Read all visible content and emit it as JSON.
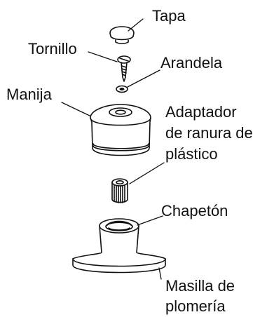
{
  "labels": {
    "tapa": "Tapa",
    "tornillo": "Tornillo",
    "arandela": "Arandela",
    "manija": "Manija",
    "adaptador": [
      "Adaptador",
      "de ranura de",
      "plástico"
    ],
    "chapeton": "Chapetón",
    "masilla": [
      "Masilla de",
      "plomería"
    ]
  },
  "colors": {
    "stroke": "#111111",
    "fill": "#ffffff"
  }
}
